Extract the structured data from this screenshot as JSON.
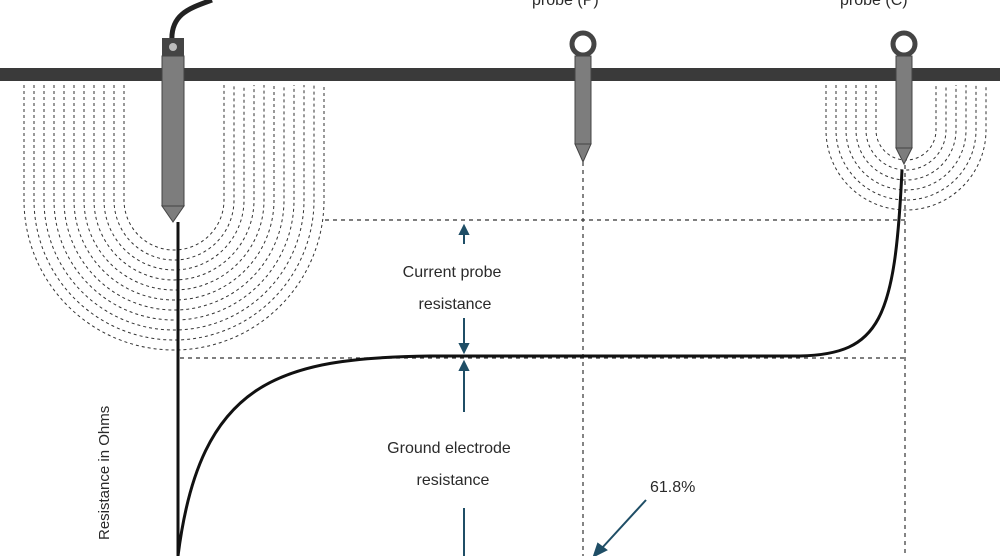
{
  "labels": {
    "potential_probe_caption": "probe (P)",
    "current_probe_caption": "probe (C)",
    "current_probe_resistance_line1": "Current probe",
    "current_probe_resistance_line2": "resistance",
    "ground_electrode_resistance_line1": "Ground electrode",
    "ground_electrode_resistance_line2": "resistance",
    "percent_marker": "61.8%",
    "y_axis": "Resistance in Ohms"
  },
  "colors": {
    "ground_bar": "#3a3a3a",
    "electrode": "#7d7d7d",
    "arrow": "#1f4e66",
    "curve": "#111111"
  }
}
